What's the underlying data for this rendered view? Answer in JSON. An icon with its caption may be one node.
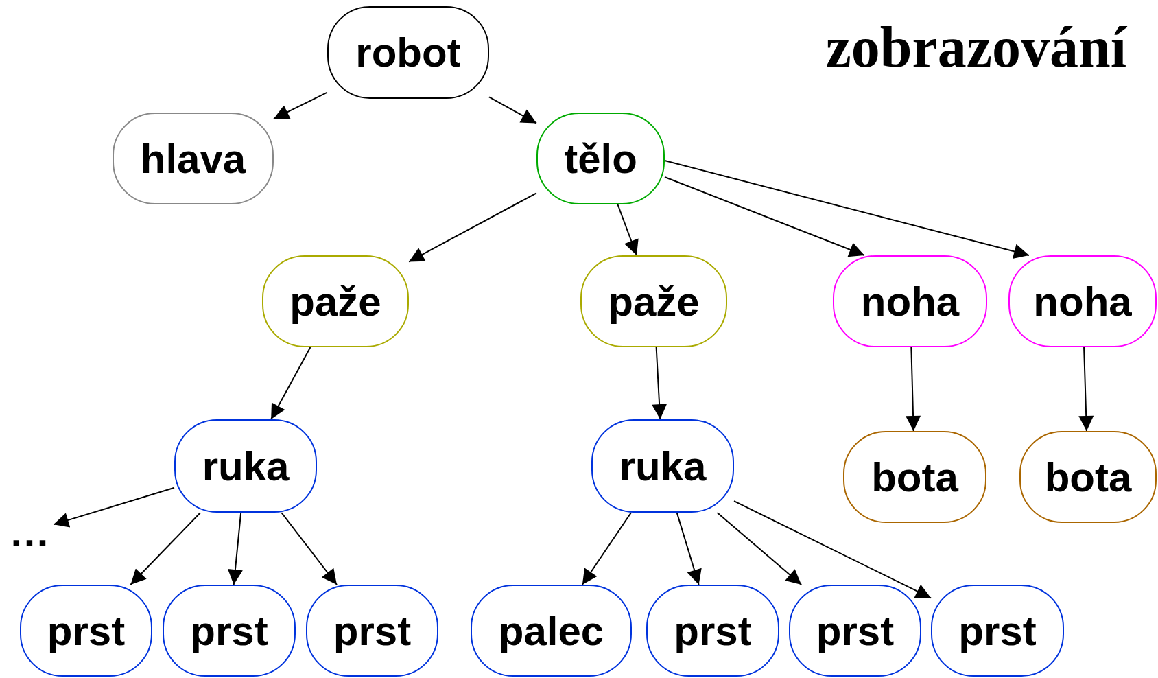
{
  "diagram": {
    "title": "zobrazování",
    "nodes": [
      {
        "text": [
          "robot"
        ]
      },
      {
        "text": [
          "hlava"
        ]
      },
      {
        "text": [
          "tělo"
        ]
      },
      {
        "text": [
          "paže"
        ]
      },
      {
        "text": [
          "paže"
        ]
      },
      {
        "text": [
          "noha"
        ]
      },
      {
        "text": [
          "noha"
        ]
      },
      {
        "text": [
          "ruka"
        ]
      },
      {
        "text": [
          "ruka"
        ]
      },
      {
        "text": [
          "bota"
        ]
      },
      {
        "text": [
          "bota"
        ]
      },
      {
        "text": [
          "…"
        ]
      },
      {
        "text": [
          "prst"
        ]
      },
      {
        "text": [
          "prst"
        ]
      },
      {
        "text": [
          "prst"
        ]
      },
      {
        "text": [
          "palec"
        ]
      },
      {
        "text": [
          "prst"
        ]
      },
      {
        "text": [
          "prst"
        ]
      },
      {
        "text": [
          "prst"
        ]
      }
    ],
    "edges": [
      {
        "from": 0,
        "to": 1,
        "arrow": "to"
      },
      {
        "from": 0,
        "to": 2,
        "arrow": "to"
      },
      {
        "from": 2,
        "to": 3,
        "arrow": "to"
      },
      {
        "from": 2,
        "to": 4,
        "arrow": "to"
      },
      {
        "from": 2,
        "to": 5,
        "arrow": "to"
      },
      {
        "from": 2,
        "to": 6,
        "arrow": "to"
      },
      {
        "from": 3,
        "to": 7,
        "arrow": "to"
      },
      {
        "from": 4,
        "to": 8,
        "arrow": "to"
      },
      {
        "from": 5,
        "to": 9,
        "arrow": "to"
      },
      {
        "from": 6,
        "to": 10,
        "arrow": "to"
      },
      {
        "from": 7,
        "to": 11,
        "arrow": "to"
      },
      {
        "from": 7,
        "to": 12,
        "arrow": "to"
      },
      {
        "from": 7,
        "to": 13,
        "arrow": "to"
      },
      {
        "from": 7,
        "to": 14,
        "arrow": "to"
      },
      {
        "from": 8,
        "to": 15,
        "arrow": "to"
      },
      {
        "from": 8,
        "to": 16,
        "arrow": "to"
      },
      {
        "from": 8,
        "to": 17,
        "arrow": "to"
      },
      {
        "from": 8,
        "to": 18,
        "arrow": "to"
      }
    ]
  }
}
